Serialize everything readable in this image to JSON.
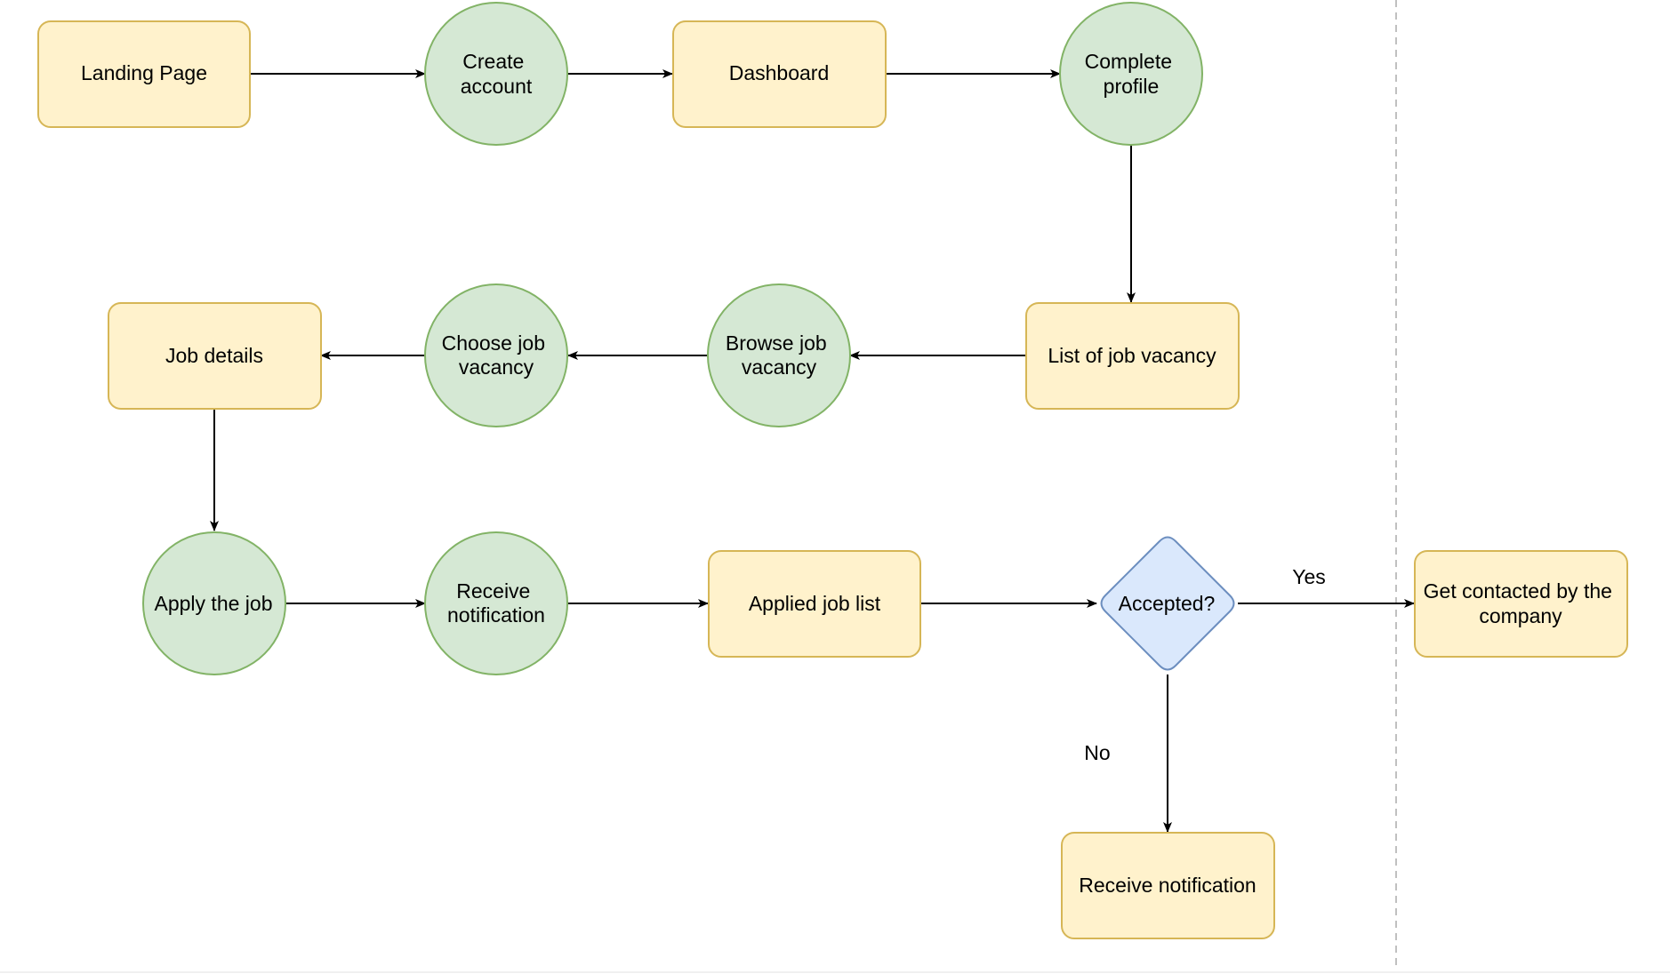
{
  "diagram": {
    "nodes": {
      "landing_page": [
        "Landing Page"
      ],
      "create_account": [
        "Create",
        "account"
      ],
      "dashboard": [
        "Dashboard"
      ],
      "complete_profile": [
        "Complete",
        "profile"
      ],
      "list_of_job_vacancy": [
        "List of job vacancy"
      ],
      "browse_job_vacancy": [
        "Browse job",
        "vacancy"
      ],
      "choose_job_vacancy": [
        "Choose job",
        "vacancy"
      ],
      "job_details": [
        "Job details"
      ],
      "apply_the_job": [
        "Apply the job"
      ],
      "receive_notification_1": [
        "Receive",
        "notification"
      ],
      "applied_job_list": [
        "Applied job list"
      ],
      "accepted": [
        "Accepted?"
      ],
      "get_contacted": [
        "Get contacted by the",
        "company"
      ],
      "receive_notification_2": [
        "Receive notification"
      ]
    },
    "edge_labels": {
      "yes": "Yes",
      "no": "No"
    },
    "colors": {
      "screen_fill": "#fff2cc",
      "screen_stroke": "#d6b656",
      "action_fill": "#d5e8d4",
      "action_stroke": "#82b366",
      "decision_fill": "#dae8fc",
      "decision_stroke": "#6c8ebf"
    }
  }
}
